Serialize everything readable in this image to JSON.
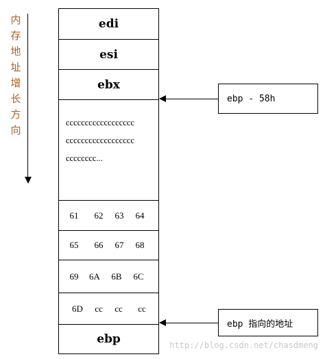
{
  "vertical_label": [
    "内",
    "存",
    "地",
    "址",
    "增",
    "长",
    "方",
    "向"
  ],
  "registers": {
    "edi": "edi",
    "esi": "esi",
    "ebx": "ebx",
    "ebp": "ebp"
  },
  "fill_lines": [
    "cccccccccccccccccc",
    "cccccccccccccccccc",
    "cccccccc..."
  ],
  "byte_rows": [
    [
      "61",
      "62",
      "63",
      "64"
    ],
    [
      "65",
      "66",
      "67",
      "68"
    ],
    [
      "69",
      "6A",
      "6B",
      "6C"
    ],
    [
      "6D",
      "cc",
      "cc",
      "cc"
    ]
  ],
  "callouts": {
    "ebx_offset": "ebp - 58h",
    "ebp_pointer": "ebp 指向的地址"
  },
  "watermark": "http://blog.csdn.net/chasdmeng"
}
